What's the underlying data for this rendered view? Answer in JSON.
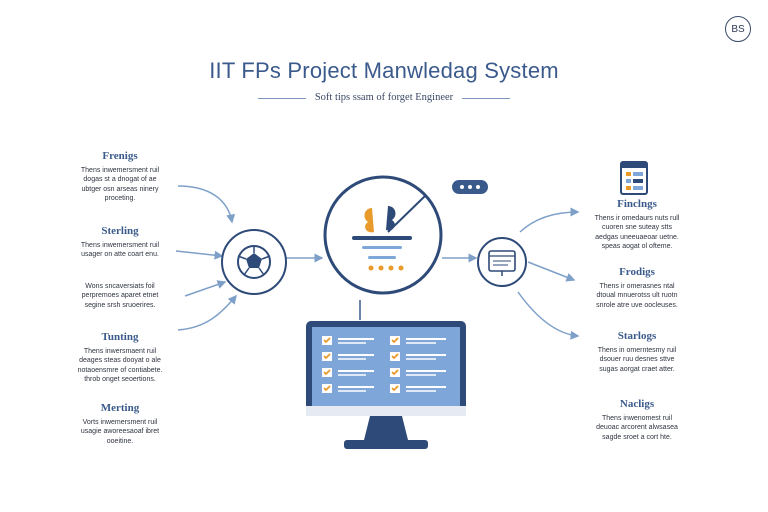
{
  "badge": "BS",
  "title": "IIT FPs Project Manwledag System",
  "subtitle": "Soft tips ssam of forget Engineer",
  "left_sections": [
    {
      "heading": "Frenigs",
      "text": "Thens inwemersment ruil\ndogas st a dnogat of ae\nubtger osn arseas ninery\nproceting."
    },
    {
      "heading": "Sterling",
      "text": "Thens inwemersment ruil\nusager on atte coart enu."
    },
    {
      "heading": "",
      "text": "Wons sncaversiats foil\nperpremoes aparet etnet\nsegine srsh sruoerires."
    },
    {
      "heading": "Tunting",
      "text": "Thens inwersmaent ruil\ndeages steas dooyat o ale\nnotaoensmre of contiabete.\nthrob onget seoertions."
    },
    {
      "heading": "Merting",
      "text": "Vorts inwemersment ruil\nusagie aworeesaoaf ibret\nooeitine."
    }
  ],
  "right_sections": [
    {
      "heading": "Finclngs",
      "text": "Thens ir omedaurs nuts rull\ncuoren sne suteay stts\naedgas uneeuaeoar uetne.\nspeas aogat ol ofteme."
    },
    {
      "heading": "Frodigs",
      "text": "Thens ir omerasnes ntal\ndtoual mnuerotss ult ruotn\nsnrole atre uve oocleuses."
    },
    {
      "heading": "Starlogs",
      "text": "Thens in omerntesmy ruil\ndsouer ruu desnes sttve\nsugas aorgat craet atter."
    },
    {
      "heading": "Nacligs",
      "text": "Thens inwenomest ruil\ndeuoac arcorent alwsasea\nsagde sroet a cort hte."
    }
  ],
  "colors": {
    "accent": "#3b5a8c",
    "connector": "#7ea0c8",
    "monitor_screen": "#7fa6d8",
    "check": "#e89a2a"
  },
  "icons": {
    "left_hub": "soccer-ball-icon",
    "right_hub": "document-screen-icon",
    "top_right": "clipboard-table-icon",
    "center": "brain-doc-icon"
  }
}
